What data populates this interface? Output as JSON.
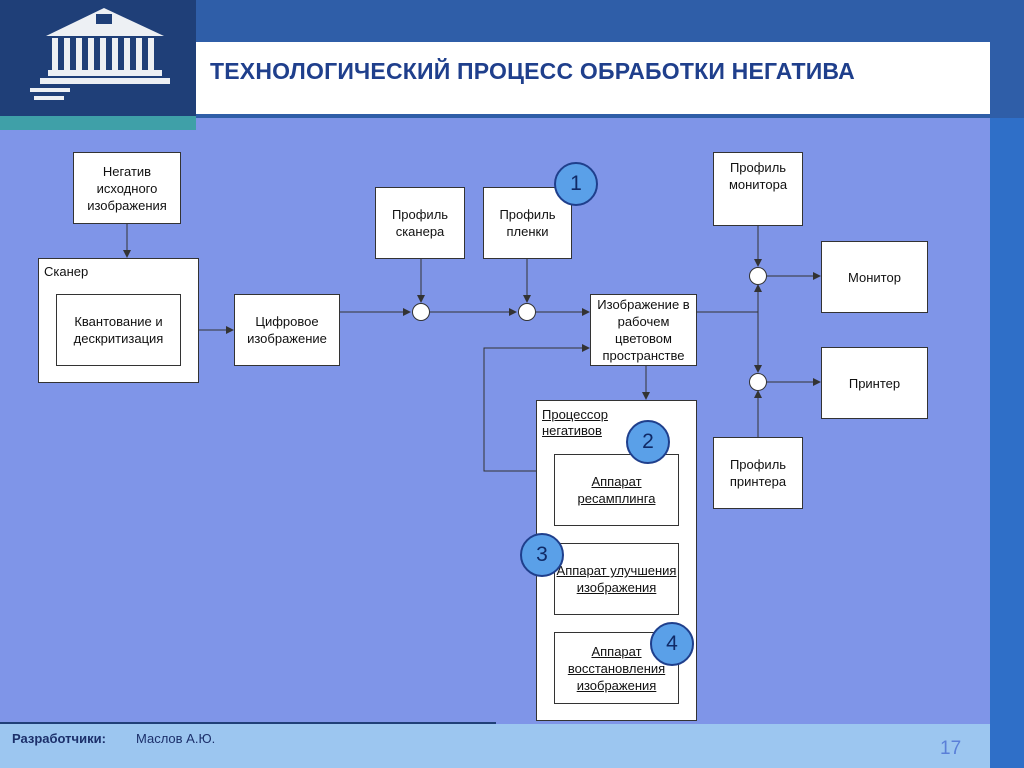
{
  "slide": {
    "title": "ТЕХНОЛОГИЧЕСКИЙ ПРОЦЕСС ОБРАБОТКИ НЕГАТИВА",
    "page_number": "17",
    "footer": {
      "developers_label": "Разработчики:",
      "developers_name": "Маслов А.Ю."
    }
  },
  "diagram": {
    "negative": "Негатив исходного изображения",
    "scanner": "Сканер",
    "quantization": "Квантование и дескритизация",
    "digital_image": "Цифровое изображение",
    "scanner_profile": "Профиль сканера",
    "film_profile": "Профиль пленки",
    "working_space": "Изображение в рабочем цветовом пространстве",
    "monitor_profile": "Профиль монитора",
    "monitor": "Монитор",
    "printer": "Принтер",
    "printer_profile": "Профиль принтера",
    "negative_processor": "Процессор негативов",
    "resampling": "Аппарат ресамплинга",
    "enhancement": "Аппарат улучшения изображения",
    "restoration": "Аппарат восстановления изображения",
    "badges": [
      "1",
      "2",
      "3",
      "4"
    ]
  },
  "colors": {
    "background": "#7f95e8",
    "title": "#1f3f8c",
    "badge": "#5aa0e8",
    "footer": "#9cc6f0"
  },
  "icons": {
    "logo": "university-building-logo"
  }
}
